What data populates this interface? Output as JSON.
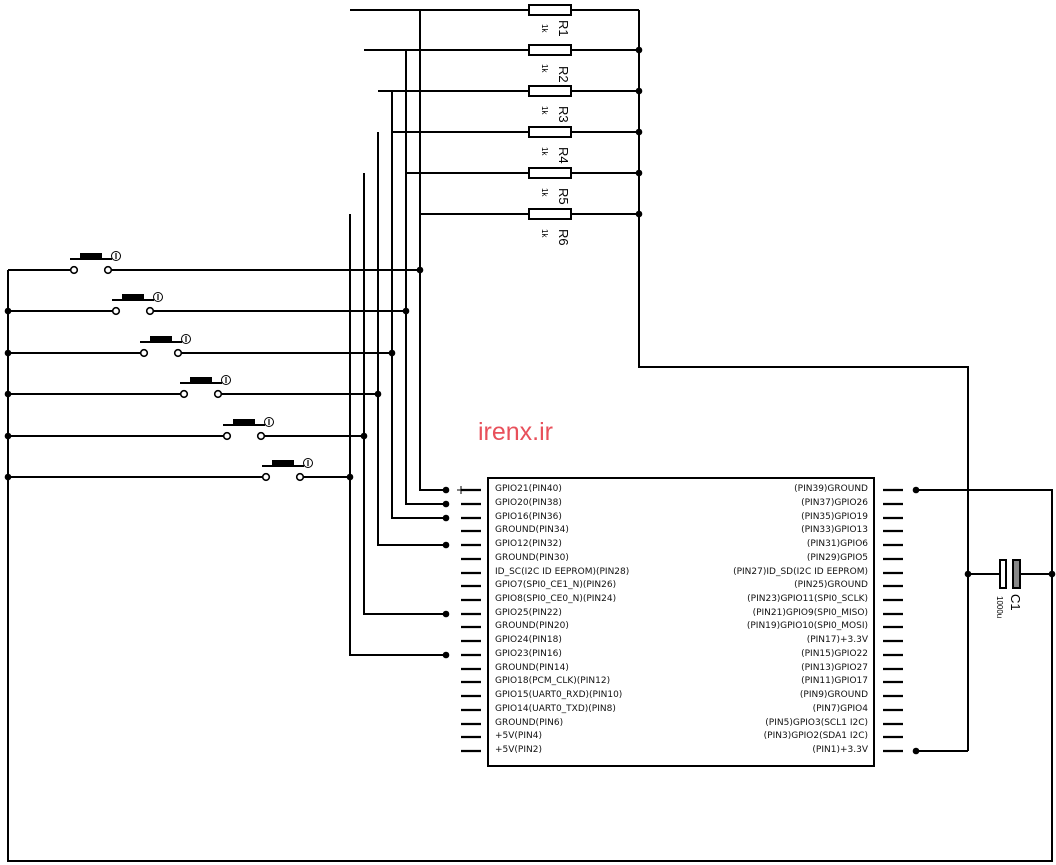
{
  "watermark": "irenx.ir",
  "resistors": [
    {
      "name": "R1",
      "value": "1k"
    },
    {
      "name": "R2",
      "value": "1k"
    },
    {
      "name": "R3",
      "value": "1k"
    },
    {
      "name": "R4",
      "value": "1k"
    },
    {
      "name": "R5",
      "value": "1k"
    },
    {
      "name": "R6",
      "value": "1k"
    }
  ],
  "capacitor": {
    "name": "C1",
    "value": "1000u"
  },
  "header_left_pins": [
    "GPIO21(PIN40)",
    "GPIO20(PIN38)",
    "GPIO16(PIN36)",
    "GROUND(PIN34)",
    "GPIO12(PIN32)",
    "GROUND(PIN30)",
    "ID_SC(I2C ID EEPROM)(PIN28)",
    "GPIO7(SPI0_CE1_N)(PIN26)",
    "GPIO8(SPI0_CE0_N)(PIN24)",
    "GPIO25(PIN22)",
    "GROUND(PIN20)",
    "GPIO24(PIN18)",
    "GPIO23(PIN16)",
    "GROUND(PIN14)",
    "GPIO18(PCM_CLK)(PIN12)",
    "GPIO15(UART0_RXD)(PIN10)",
    "GPIO14(UART0_TXD)(PIN8)",
    "GROUND(PIN6)",
    "+5V(PIN4)",
    "+5V(PIN2)"
  ],
  "header_right_pins": [
    "(PIN39)GROUND",
    "(PIN37)GPIO26",
    "(PIN35)GPIO19",
    "(PIN33)GPIO13",
    "(PIN31)GPIO6",
    "(PIN29)GPIO5",
    "(PIN27)ID_SD(I2C ID EEPROM)",
    "(PIN25)GROUND",
    "(PIN23)GPIO11(SPI0_SCLK)",
    "(PIN21)GPIO9(SPI0_MISO)",
    "(PIN19)GPIO10(SPI0_MOSI)",
    "(PIN17)+3.3V",
    "(PIN15)GPIO22",
    "(PIN13)GPIO27",
    "(PIN11)GPIO17",
    "(PIN9)GROUND",
    "(PIN7)GPIO4",
    "(PIN5)GPIO3(SCL1 I2C)",
    "(PIN3)GPIO2(SDA1 I2C)",
    "(PIN1)+3.3V"
  ],
  "buttons": [
    {
      "id": 1
    },
    {
      "id": 2
    },
    {
      "id": 3
    },
    {
      "id": 4
    },
    {
      "id": 5
    },
    {
      "id": 6
    }
  ]
}
